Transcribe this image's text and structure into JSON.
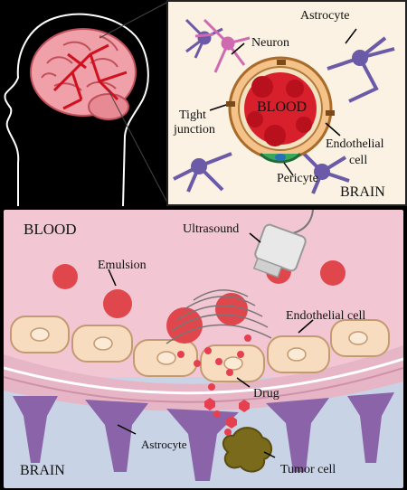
{
  "top_panel": {
    "labels": {
      "astrocyte": "Astrocyte",
      "neuron": "Neuron",
      "blood": "BLOOD",
      "tight_junction_1": "Tight",
      "tight_junction_2": "junction",
      "endothelial_1": "Endothelial",
      "endothelial_2": "cell",
      "pericyte": "Pericyte",
      "brain": "BRAIN"
    }
  },
  "bottom_panel": {
    "labels": {
      "blood": "BLOOD",
      "ultrasound": "Ultrasound",
      "emulsion": "Emulsion",
      "endothelial_cell": "Endothelial cell",
      "drug": "Drug",
      "astrocyte": "Astrocyte",
      "brain": "BRAIN",
      "tumor_cell": "Tumor cell"
    }
  },
  "colors": {
    "blood_bg": "#f2c6d2",
    "brain_bg": "#c9d3e6",
    "endothelial": "#f7dcc0",
    "emulsion": "#e0474c",
    "astrocyte": "#8a63a8",
    "tumor": "#7a6a1c"
  }
}
